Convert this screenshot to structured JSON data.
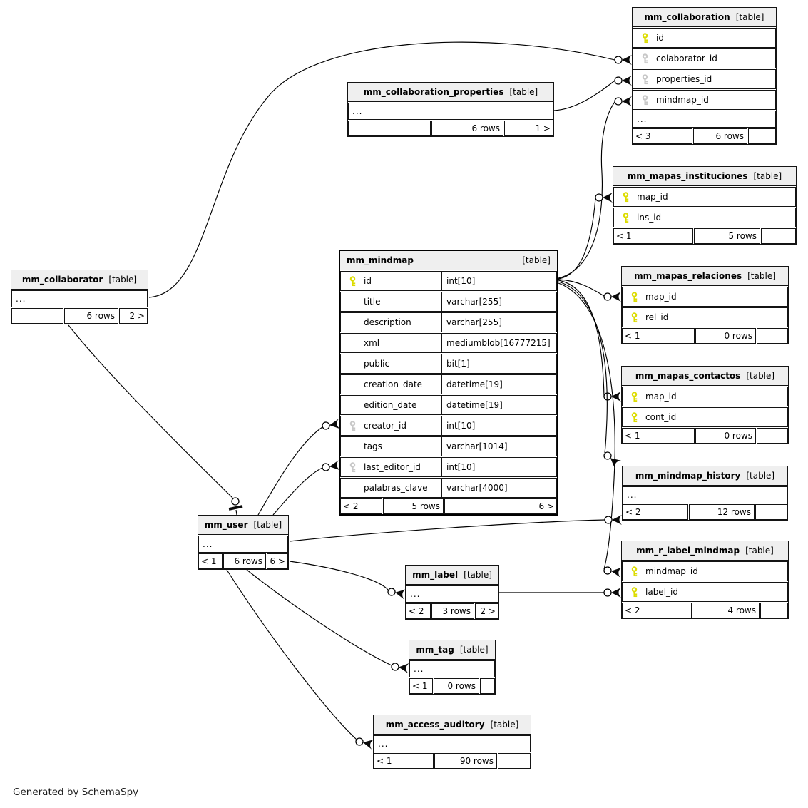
{
  "credit": "Generated by SchemaSpy",
  "colors": {
    "background": "#ffffff",
    "header_bg": "#efefef",
    "border": "#141414",
    "pk_key": "#dcdc00",
    "fk_key": "#c8c8c8",
    "edge": "#000000"
  },
  "tables": [
    {
      "name": "mm_collaboration",
      "tag": "[table]",
      "columns": [
        {
          "key": "pk",
          "name": "id"
        },
        {
          "key": "fk",
          "name": "colaborator_id"
        },
        {
          "key": "fk",
          "name": "properties_id"
        },
        {
          "key": "fk",
          "name": "mindmap_id"
        },
        {
          "elided": true,
          "name": "..."
        }
      ],
      "footer": [
        "< 3",
        "6 rows",
        ""
      ]
    },
    {
      "name": "mm_collaboration_properties",
      "tag": "[table]",
      "columns": [
        {
          "elided": true,
          "name": "..."
        }
      ],
      "footer": [
        "",
        "6 rows",
        "1 >"
      ]
    },
    {
      "name": "mm_collaborator",
      "tag": "[table]",
      "columns": [
        {
          "elided": true,
          "name": "..."
        }
      ],
      "footer": [
        "",
        "6 rows",
        "2 >"
      ]
    },
    {
      "name": "mm_mapas_instituciones",
      "tag": "[table]",
      "columns": [
        {
          "key": "pk",
          "name": "map_id"
        },
        {
          "key": "pk",
          "name": "ins_id"
        }
      ],
      "footer": [
        "< 1",
        "5 rows",
        ""
      ]
    },
    {
      "name": "mm_mapas_relaciones",
      "tag": "[table]",
      "columns": [
        {
          "key": "pk",
          "name": "map_id"
        },
        {
          "key": "pk",
          "name": "rel_id"
        }
      ],
      "footer": [
        "< 1",
        "0 rows",
        ""
      ]
    },
    {
      "name": "mm_mapas_contactos",
      "tag": "[table]",
      "columns": [
        {
          "key": "pk",
          "name": "map_id"
        },
        {
          "key": "pk",
          "name": "cont_id"
        }
      ],
      "footer": [
        "< 1",
        "0 rows",
        ""
      ]
    },
    {
      "name": "mm_mindmap",
      "tag": "[table]",
      "columns": [
        {
          "key": "pk",
          "name": "id",
          "type": "int[10]"
        },
        {
          "name": "title",
          "type": "varchar[255]"
        },
        {
          "name": "description",
          "type": "varchar[255]"
        },
        {
          "name": "xml",
          "type": "mediumblob[16777215]"
        },
        {
          "name": "public",
          "type": "bit[1]"
        },
        {
          "name": "creation_date",
          "type": "datetime[19]"
        },
        {
          "name": "edition_date",
          "type": "datetime[19]"
        },
        {
          "key": "fk",
          "name": "creator_id",
          "type": "int[10]"
        },
        {
          "name": "tags",
          "type": "varchar[1014]"
        },
        {
          "key": "fk",
          "name": "last_editor_id",
          "type": "int[10]"
        },
        {
          "name": "palabras_clave",
          "type": "varchar[4000]"
        }
      ],
      "footer": [
        "< 2",
        "5 rows",
        "6 >"
      ]
    },
    {
      "name": "mm_mindmap_history",
      "tag": "[table]",
      "columns": [
        {
          "elided": true,
          "name": "..."
        }
      ],
      "footer": [
        "< 2",
        "12 rows",
        ""
      ]
    },
    {
      "name": "mm_user",
      "tag": "[table]",
      "columns": [
        {
          "elided": true,
          "name": "..."
        }
      ],
      "footer": [
        "< 1",
        "6 rows",
        "6 >"
      ]
    },
    {
      "name": "mm_r_label_mindmap",
      "tag": "[table]",
      "columns": [
        {
          "key": "pk",
          "name": "mindmap_id"
        },
        {
          "key": "pk",
          "name": "label_id"
        }
      ],
      "footer": [
        "< 2",
        "4 rows",
        ""
      ]
    },
    {
      "name": "mm_label",
      "tag": "[table]",
      "columns": [
        {
          "elided": true,
          "name": "..."
        }
      ],
      "footer": [
        "< 2",
        "3 rows",
        "2 >"
      ]
    },
    {
      "name": "mm_tag",
      "tag": "[table]",
      "columns": [
        {
          "elided": true,
          "name": "..."
        }
      ],
      "footer": [
        "< 1",
        "0 rows",
        ""
      ]
    },
    {
      "name": "mm_access_auditory",
      "tag": "[table]",
      "columns": [
        {
          "elided": true,
          "name": "..."
        }
      ],
      "footer": [
        "< 1",
        "90 rows",
        ""
      ]
    }
  ],
  "relationships": [
    {
      "from": "mm_collaborator",
      "to": "mm_collaboration.colaborator_id"
    },
    {
      "from": "mm_collaboration_properties",
      "to": "mm_collaboration.properties_id"
    },
    {
      "from": "mm_mindmap.id",
      "to": "mm_collaboration.mindmap_id"
    },
    {
      "from": "mm_mindmap.id",
      "to": "mm_mapas_instituciones.map_id"
    },
    {
      "from": "mm_mindmap.id",
      "to": "mm_mapas_relaciones.map_id"
    },
    {
      "from": "mm_mindmap.id",
      "to": "mm_mapas_contactos.map_id"
    },
    {
      "from": "mm_mindmap.id",
      "to": "mm_mindmap_history"
    },
    {
      "from": "mm_mindmap.id",
      "to": "mm_r_label_mindmap.mindmap_id"
    },
    {
      "from": "mm_collaborator",
      "to": "mm_user"
    },
    {
      "from": "mm_user",
      "to": "mm_mindmap.creator_id"
    },
    {
      "from": "mm_user",
      "to": "mm_mindmap.last_editor_id"
    },
    {
      "from": "mm_user",
      "to": "mm_mindmap_history"
    },
    {
      "from": "mm_user",
      "to": "mm_label"
    },
    {
      "from": "mm_user",
      "to": "mm_tag"
    },
    {
      "from": "mm_user",
      "to": "mm_access_auditory"
    },
    {
      "from": "mm_label",
      "to": "mm_r_label_mindmap.label_id"
    }
  ]
}
